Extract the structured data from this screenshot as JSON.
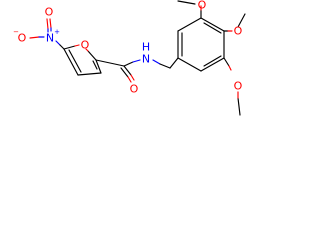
{
  "structure": {
    "atoms": {
      "nitro_n": "N",
      "nitro_n_charge": "+",
      "nitro_o1": "O",
      "nitro_o1_charge": "−",
      "nitro_o2": "O",
      "furan_o": "O",
      "carbonyl_o": "O",
      "amide_n": "N",
      "amide_h": "H",
      "methoxy_o_top": "O",
      "methoxy_o_mid": "O",
      "methoxy_o_bottom": "O"
    }
  },
  "colors": {
    "bond": "#000000",
    "oxygen": "#ff0000",
    "nitrogen": "#0000ff",
    "background": "#ffffff"
  }
}
